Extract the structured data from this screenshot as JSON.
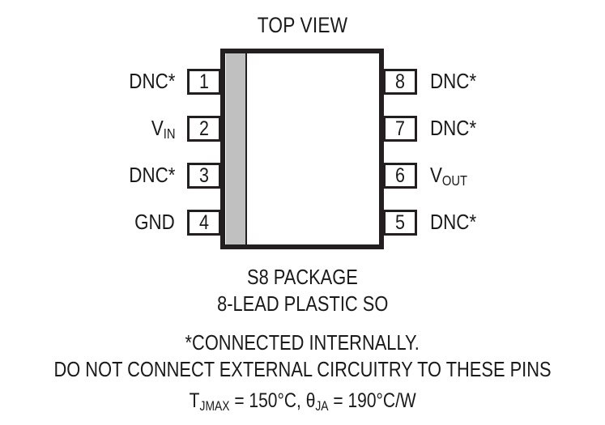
{
  "diagram": {
    "title": "TOP VIEW",
    "package_name": "S8 PACKAGE",
    "package_desc": "8-LEAD PLASTIC SO",
    "note_line1": "*CONNECTED INTERNALLY.",
    "note_line2": "DO NOT CONNECT EXTERNAL CIRCUITRY TO THESE PINS",
    "thermal": {
      "tjmax_symbol": "T",
      "tjmax_sub": "JMAX",
      "tjmax_value": " = 150°C, ",
      "theta_symbol": "θ",
      "theta_sub": "JA",
      "theta_value": " = 190°C/W"
    },
    "colors": {
      "outline": "#231f20",
      "notch": "#c0c0c0",
      "body_fill": "#ffffff",
      "text": "#1a1a1a"
    },
    "pins_left": [
      {
        "number": "1",
        "label": "DNC*",
        "sub": ""
      },
      {
        "number": "2",
        "label": "V",
        "sub": "IN"
      },
      {
        "number": "3",
        "label": "DNC*",
        "sub": ""
      },
      {
        "number": "4",
        "label": "GND",
        "sub": ""
      }
    ],
    "pins_right": [
      {
        "number": "8",
        "label": "DNC*",
        "sub": ""
      },
      {
        "number": "7",
        "label": "DNC*",
        "sub": ""
      },
      {
        "number": "6",
        "label": "V",
        "sub": "OUT"
      },
      {
        "number": "5",
        "label": "DNC*",
        "sub": ""
      }
    ]
  }
}
